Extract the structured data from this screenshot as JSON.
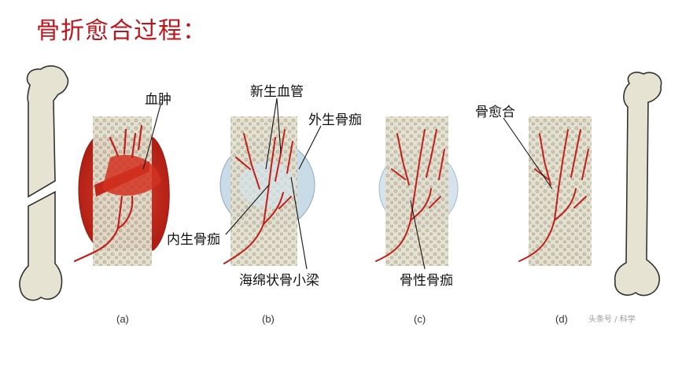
{
  "title": "骨折愈合过程：",
  "labels": {
    "hematoma": "血肿",
    "new_vessels": "新生血管",
    "external_callus": "外生骨痂",
    "internal_callus": "内生骨痂",
    "trabeculae": "海绵状骨小梁",
    "bony_callus": "骨性骨痂",
    "union": "骨愈合"
  },
  "panels": [
    "(a)",
    "(b)",
    "(c)",
    "(d)"
  ],
  "watermark": "头条号 / 科学",
  "colors": {
    "title": "#c0141c",
    "blood": "#c8281e",
    "bone": "#ddd8c6",
    "callus": "#c9dbe6"
  }
}
